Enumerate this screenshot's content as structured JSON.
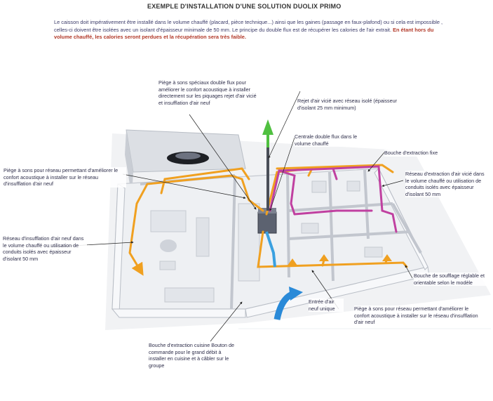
{
  "title": "EXEMPLE D'INSTALLATION D'UNE SOLUTION DUOLIX PRIMO",
  "intro": {
    "text": "Le caisson doit impérativement être installé dans le volume chauffé (placard, pièce technique...) ainsi que les gaines (passage en faux-plafond) ou si cela est impossible , celles-ci doivent être isolées avec un isolant d'épaisseur minimale de 50 mm. Le principe du double flux est de récupérer les calories de l'air extrait.",
    "warning": "En étant hors du volume chauffé, les calories seront perdues et la récupération sera très faible."
  },
  "labels": {
    "piege_double_flux": "Piège à sons spéciaux double flux pour améliorer le confort acoustique à installer directement sur les piquages rejet d'air vicié et insufflation d'air neuf",
    "rejet_air": "Rejet d'air vicié avec réseau isolé (épaisseur d'isolant 25 mm minimum)",
    "centrale": "Centrale double flux dans le volume chauffé",
    "bouche_extraction_fixe": "Bouche d'extraction fixe",
    "reseau_extraction": "Réseau d'extraction d'air vicié dans le volume chauffé ou utilisation de conduits isolés avec épaisseur d'isolant 50 mm",
    "piege_insufflation_top": "Piège à sons pour réseau permettant d'améliorer le confort acoustique à installer sur le réseau d'insufflation d'air neuf",
    "reseau_insufflation": "Réseau d'insufflation d'air neuf dans le volume chauffé ou utilisation de conduits isolés avec épaisseur d'isolant 50 mm",
    "bouche_soufflage": "Bouche de soufflage réglable et orientable selon le modèle",
    "entree_air": "Entrée d'air neuf unique",
    "piege_insufflation_bottom": "Piège à sons pour réseau permettant d'améliorer le confort acoustique à installer sur le réseau d'insufflation d'air neuf",
    "bouche_cuisine": "Bouche d'extraction cuisine Bouton de commande pour le grand débit à installer en cuisine et à câbler sur le groupe"
  },
  "colors": {
    "insufflation": "#f0a020",
    "extraction": "#c040a0",
    "fresh_air": "#3aa0e0",
    "exhaust_arrow": "#50c040",
    "walls": "#e8eaee",
    "warning": "#b23a2a"
  }
}
